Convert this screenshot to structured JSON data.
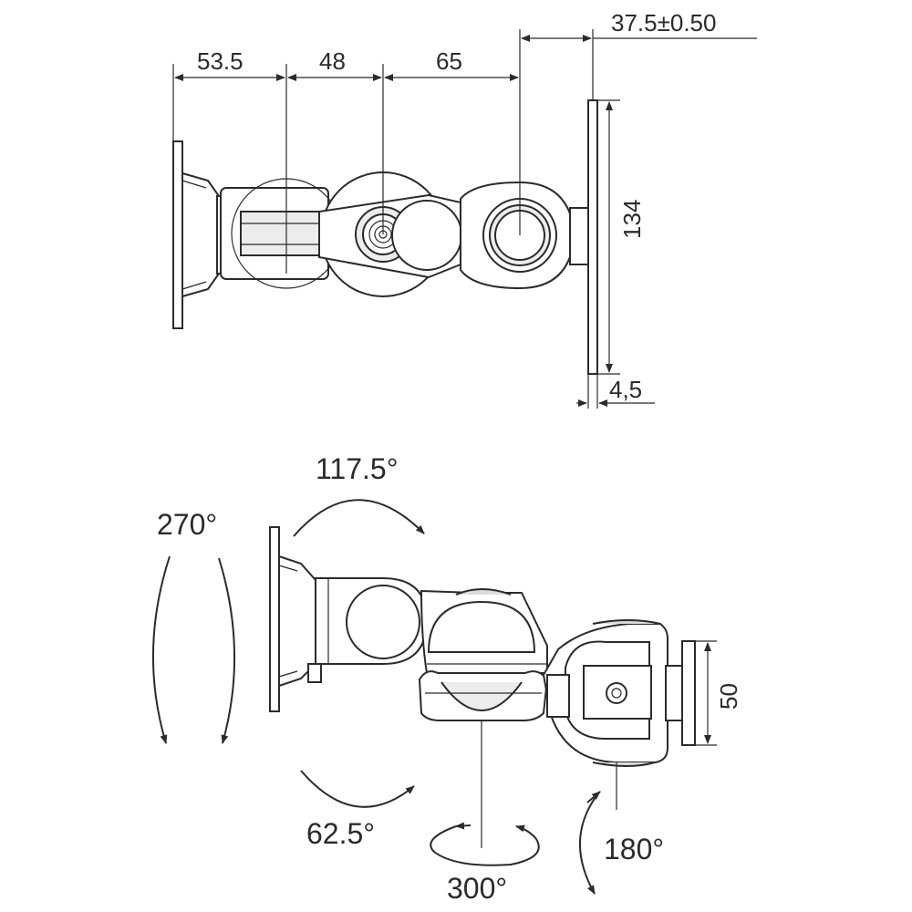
{
  "dimensions": {
    "d_53_5": "53.5",
    "d_48": "48",
    "d_65": "65",
    "d_37_5": "37.5±0.50",
    "d_134": "134",
    "d_4_5": "4,5",
    "d_50": "50"
  },
  "angles": {
    "a_117_5": "117.5°",
    "a_270": "270°",
    "a_62_5": "62.5°",
    "a_300": "300°",
    "a_180": "180°"
  }
}
